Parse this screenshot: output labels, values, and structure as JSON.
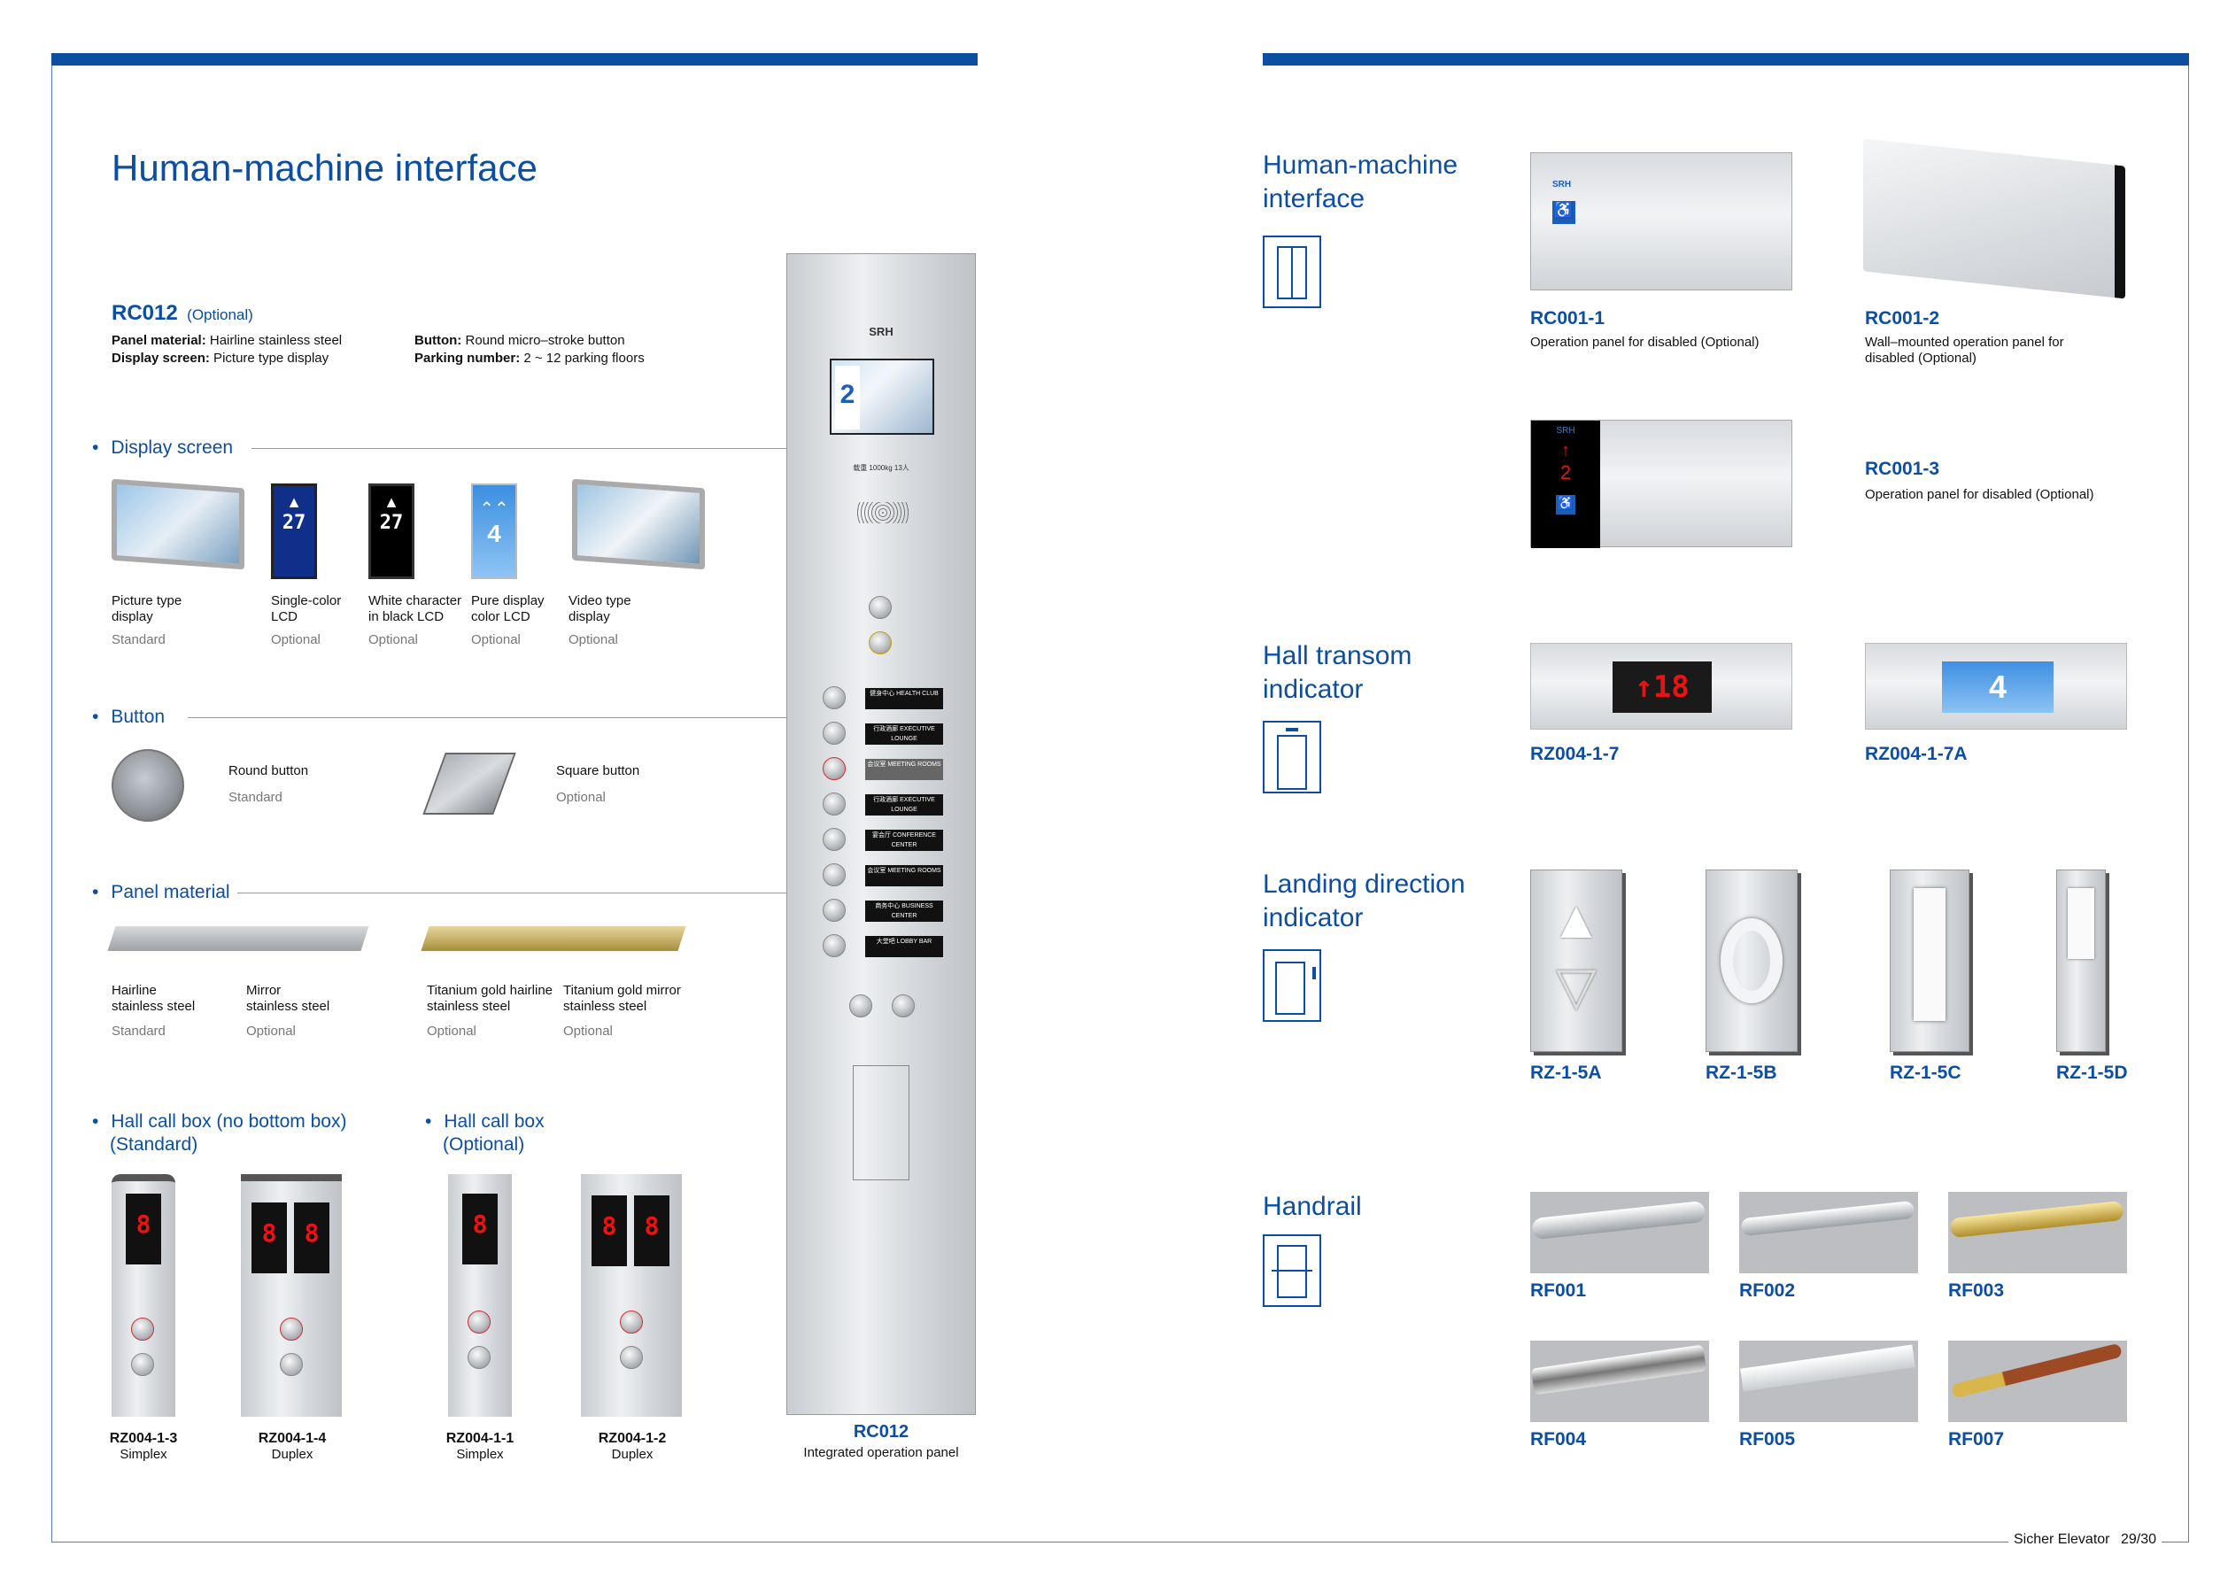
{
  "left": {
    "title": "Human-machine interface",
    "model": {
      "code": "RC012",
      "note": "(Optional)"
    },
    "specs": [
      {
        "label": "Panel material:",
        "value": " Hairline stainless steel"
      },
      {
        "label": "Display screen:",
        "value": " Picture type display"
      },
      {
        "label": "Button:",
        "value": " Round micro–stroke button"
      },
      {
        "label": "Parking number:",
        "value": " 2 ~ 12 parking floors"
      }
    ],
    "display_section": "Display screen",
    "displays": [
      {
        "name1": "Picture type",
        "name2": "display",
        "status": "Standard"
      },
      {
        "name1": "Single-color",
        "name2": "LCD",
        "status": "Optional",
        "value": "27"
      },
      {
        "name1": "White character",
        "name2": "in black LCD",
        "status": "Optional",
        "value": "27"
      },
      {
        "name1": "Pure display",
        "name2": "color LCD",
        "status": "Optional",
        "value": "4"
      },
      {
        "name1": "Video type",
        "name2": "display",
        "status": "Optional"
      }
    ],
    "button_section": "Button",
    "buttons": [
      {
        "name": "Round button",
        "status": "Standard"
      },
      {
        "name": "Square button",
        "status": "Optional"
      }
    ],
    "material_section": "Panel material",
    "materials": [
      {
        "name1": "Hairline",
        "name2": "stainless steel",
        "status": "Standard"
      },
      {
        "name1": "Mirror",
        "name2": "stainless steel",
        "status": "Optional"
      },
      {
        "name1": "Titanium gold hairline",
        "name2": "stainless steel",
        "status": "Optional"
      },
      {
        "name1": "Titanium gold mirror",
        "name2": "stainless steel",
        "status": "Optional"
      }
    ],
    "hallcall_std": {
      "line1": "Hall call box (no bottom box)",
      "line2": "(Standard)"
    },
    "hallcall_opt": {
      "line1": "Hall call box",
      "line2": "(Optional)"
    },
    "hallboxes": [
      {
        "code": "RZ004-1-3",
        "type": "Simplex"
      },
      {
        "code": "RZ004-1-4",
        "type": "Duplex"
      },
      {
        "code": "RZ004-1-1",
        "type": "Simplex"
      },
      {
        "code": "RZ004-1-2",
        "type": "Duplex"
      }
    ],
    "panel": {
      "code": "RC012",
      "caption": "Integrated operation panel",
      "brand": "SRH",
      "labels": [
        "健身中心 HEALTH CLUB",
        "行政酒廊 EXECUTIVE LOUNGE",
        "会议室 MEETING ROOMS",
        "行政酒廊 EXECUTIVE LOUNGE",
        "宴会厅 CONFERENCE CENTER",
        "会议室 MEETING ROOMS",
        "商务中心 BUSINESS CENTER",
        "大堂吧 LOBBY BAR"
      ],
      "display_floor": "2",
      "capacity": "载重 1000kg 13人"
    }
  },
  "right": {
    "sections": [
      {
        "title1": "Human-machine",
        "title2": "interface"
      },
      {
        "title1": "Hall transom",
        "title2": "indicator"
      },
      {
        "title1": "Landing direction",
        "title2": "indicator"
      },
      {
        "title1": "Handrail",
        "title2": ""
      }
    ],
    "hmi": [
      {
        "code": "RC001-1",
        "desc": "Operation panel for disabled (Optional)"
      },
      {
        "code": "RC001-2",
        "desc1": "Wall–mounted operation panel for",
        "desc2": "disabled (Optional)"
      },
      {
        "code": "RC001-3",
        "desc": "Operation panel for disabled (Optional)"
      }
    ],
    "transom": [
      {
        "code": "RZ004-1-7",
        "value": "↑18"
      },
      {
        "code": "RZ004-1-7A",
        "value": "4"
      }
    ],
    "landing": [
      "RZ-1-5A",
      "RZ-1-5B",
      "RZ-1-5C",
      "RZ-1-5D"
    ],
    "handrails": [
      "RF001",
      "RF002",
      "RF003",
      "RF004",
      "RF005",
      "RF007"
    ],
    "brand": "SRH"
  },
  "footer": {
    "brand": "Sicher Elevator",
    "page": "29/30"
  },
  "colors": {
    "accent": "#0b4ea2",
    "segment_red": "#e11111"
  }
}
